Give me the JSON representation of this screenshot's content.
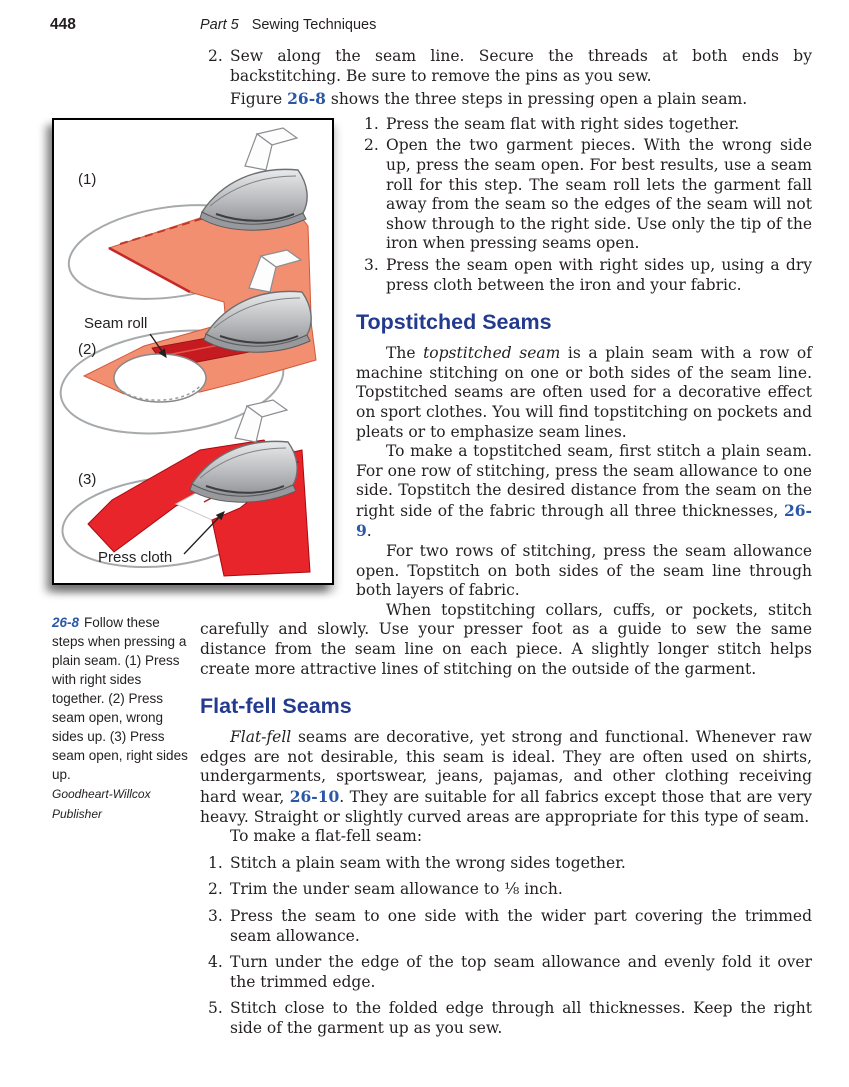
{
  "page": {
    "number": "448",
    "part": "Part 5",
    "part_title": "Sewing Techniques"
  },
  "colors": {
    "heading_blue": "#243A8F",
    "reference_blue": "#2B57A8",
    "fabric_salmon": "#F28F70",
    "fabric_red": "#E8252B",
    "seam_dark_red": "#C51A20"
  },
  "intro": {
    "item_number": "2.",
    "item_text": "Sew along the seam line. Secure the threads at both ends by backstitching. Be sure to remove the pins as you sew.",
    "figure_sentence": {
      "before": "Figure ",
      "ref": "26-8",
      "after": " shows the three steps in pressing open a plain seam."
    }
  },
  "figure": {
    "labels": {
      "step1": "(1)",
      "step2": "(2)",
      "step3": "(3)",
      "seam_roll": "Seam roll",
      "press_cloth": "Press cloth"
    },
    "caption": {
      "number": "26-8",
      "text": "Follow these steps when pressing a plain seam. (1) Press with right sides together. (2) Press seam open, wrong sides up. (3) Press seam open, right sides up.",
      "credit": "Goodheart-Willcox Publisher"
    }
  },
  "pressing_steps": [
    {
      "num": "1.",
      "text": "Press the seam flat with right sides together."
    },
    {
      "num": "2.",
      "text": "Open the two garment pieces. With the wrong side up, press the seam open. For best results, use a seam roll for this step. The seam roll lets the garment fall away from the seam so the edges of the seam will not show through to the right side. Use only the tip of the iron when pressing seams open."
    },
    {
      "num": "3.",
      "text": "Press the seam open with right sides up, using a dry press cloth between the iron and your fabric."
    }
  ],
  "topstitched": {
    "heading": "Topstitched Seams",
    "p1": {
      "lead": "The ",
      "italic": "topstitched seam",
      "rest": " is a plain seam with a row of machine stitching on one or both sides of the seam line. Topstitched seams are often used for a decorative effect on sport clothes. You will find topstitching on pockets and pleats or to emphasize seam lines."
    },
    "p2": {
      "lead": "To make a topstitched seam, first stitch a plain seam. For one row of stitching, press the seam allowance to one side. Topstitch the desired distance from the seam on the right side of the fabric through all three thicknesses, ",
      "ref": "26-9",
      "rest": "."
    },
    "p3": "For two rows of stitching, press the seam allowance open. Topstitch on both sides of the seam line through both layers of fabric.",
    "p4": "When topstitching collars, cuffs, or pockets, stitch carefully and slowly. Use your presser foot as a guide to sew the same distance from the seam line on each piece. A slightly longer stitch helps create more attractive lines of stitching on the outside of the garment."
  },
  "flatfell": {
    "heading": "Flat-fell Seams",
    "p1": {
      "italic": "Flat-fell",
      "mid": " seams are decorative, yet strong and functional. Whenever raw edges are not desirable, this seam is ideal. They are often used on shirts, undergarments, sportswear, jeans, pajamas, and other clothing receiving hard wear, ",
      "ref": "26-10",
      "rest": ". They are suitable for all fabrics except those that are very heavy. Straight or slightly curved areas are appropriate for this type of seam."
    },
    "intro": "To make a flat-fell seam:",
    "steps": [
      {
        "num": "1.",
        "text": "Stitch a plain seam with the wrong sides together."
      },
      {
        "num": "2.",
        "text": "Trim the under seam allowance to ⅛ inch."
      },
      {
        "num": "3.",
        "text": "Press the seam to one side with the wider part covering the trimmed seam allowance."
      },
      {
        "num": "4.",
        "text": "Turn under the edge of the top seam allowance and evenly fold it over the trimmed edge."
      },
      {
        "num": "5.",
        "text": "Stitch close to the folded edge through all thicknesses. Keep the right side of the garment up as you sew."
      }
    ]
  }
}
